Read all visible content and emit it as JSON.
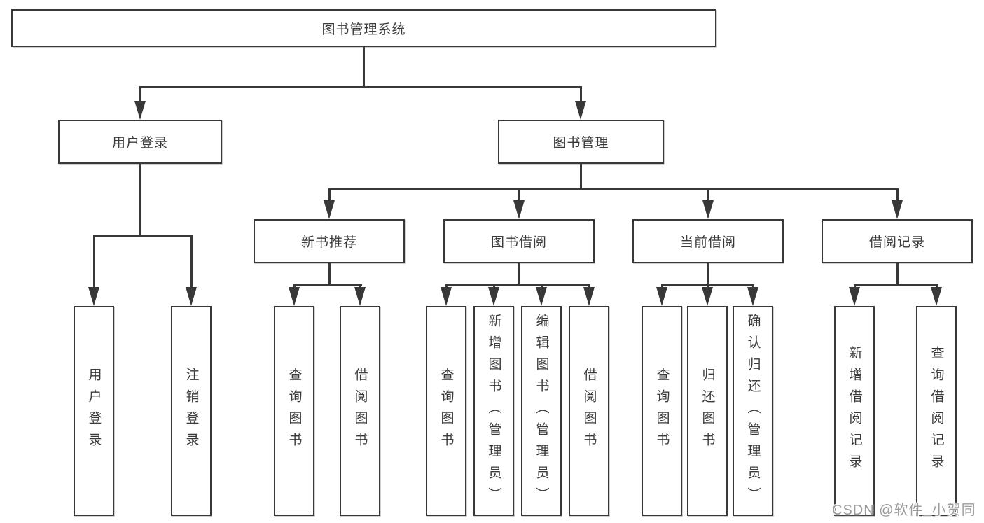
{
  "diagram_type": "hierarchy-chart",
  "colors": {
    "background": "#ffffff",
    "line": "#383838",
    "text": "#3a3a3a",
    "watermark": "#9c9c9c"
  },
  "tree": {
    "label": "图书管理系统",
    "children": [
      {
        "label": "用户登录",
        "children": [
          {
            "label": "用户登录"
          },
          {
            "label": "注销登录"
          }
        ]
      },
      {
        "label": "图书管理",
        "children": [
          {
            "label": "新书推荐",
            "children": [
              {
                "label": "查询图书"
              },
              {
                "label": "借阅图书"
              }
            ]
          },
          {
            "label": "图书借阅",
            "children": [
              {
                "label": "查询图书"
              },
              {
                "label": "新增图书（管理员）"
              },
              {
                "label": "编辑图书（管理员）"
              },
              {
                "label": "借阅图书"
              }
            ]
          },
          {
            "label": "当前借阅",
            "children": [
              {
                "label": "查询图书"
              },
              {
                "label": "归还图书"
              },
              {
                "label": "确认归还（管理员）"
              }
            ]
          },
          {
            "label": "借阅记录",
            "children": [
              {
                "label": "新增借阅记录"
              },
              {
                "label": "查询借阅记录"
              }
            ]
          }
        ]
      }
    ]
  },
  "watermark": {
    "text": "CSDN @软件_小贺同学"
  }
}
